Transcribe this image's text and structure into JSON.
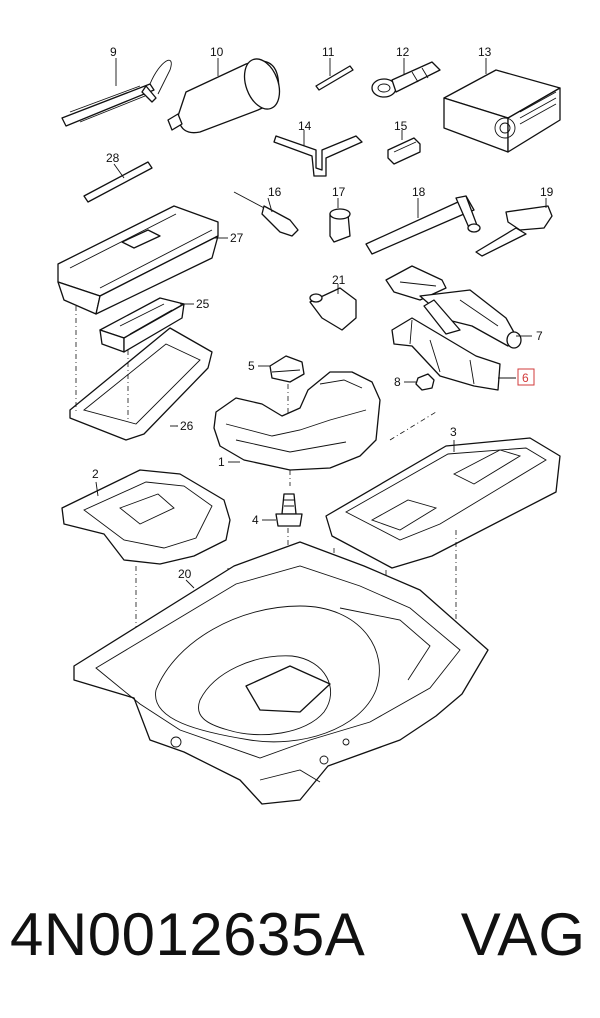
{
  "diagram": {
    "callouts": [
      "1",
      "2",
      "3",
      "4",
      "5",
      "6",
      "7",
      "8",
      "9",
      "10",
      "11",
      "12",
      "13",
      "14",
      "15",
      "16",
      "17",
      "18",
      "19",
      "20",
      "21",
      "25",
      "26",
      "27",
      "28"
    ],
    "highlighted_callout": "6"
  },
  "footer": {
    "part_number": "4N0012635A",
    "brand": "VAG"
  },
  "colors": {
    "line": "#111111",
    "highlight": "#d23b3b",
    "background": "#ffffff"
  }
}
